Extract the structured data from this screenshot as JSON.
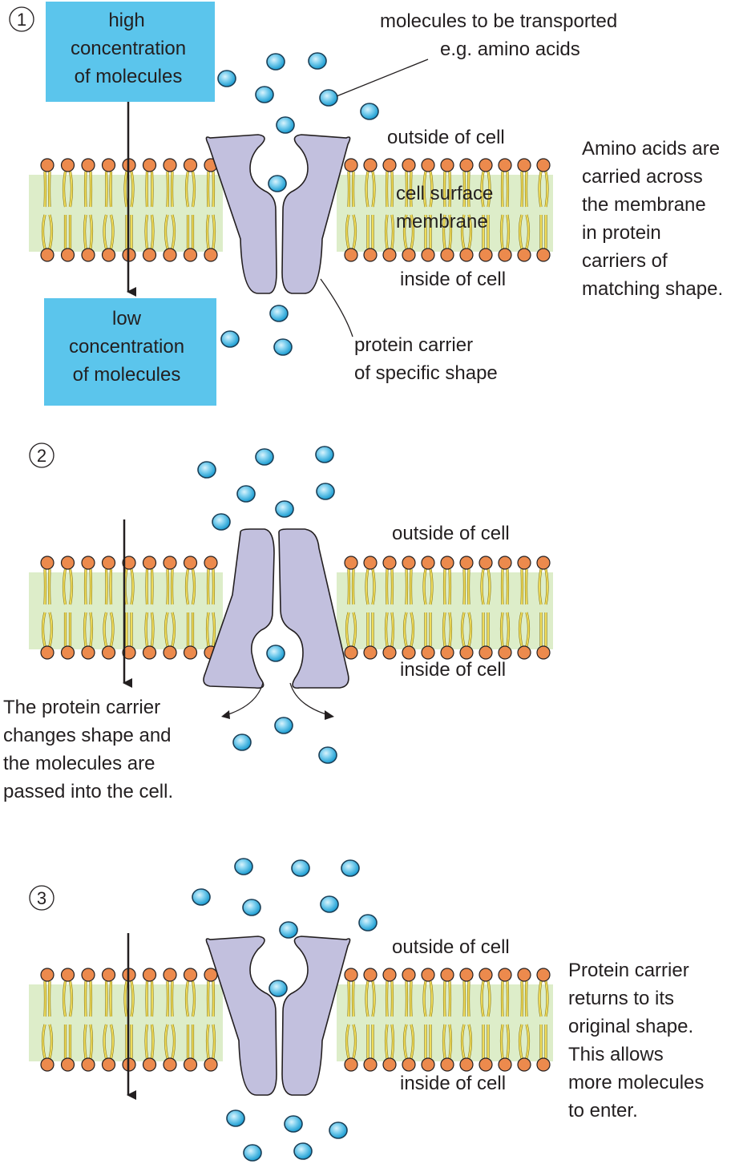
{
  "panel1": {
    "number": "1",
    "high_box": [
      "high",
      "concentration",
      "of molecules"
    ],
    "low_box": [
      "low",
      "concentration",
      "of molecules"
    ],
    "molecules_label": [
      "molecules to be transported",
      "e.g. amino acids"
    ],
    "outside": "outside of cell",
    "membrane": [
      "cell surface",
      "membrane"
    ],
    "inside": "inside of cell",
    "carrier_label": [
      "protein carrier",
      "of specific shape"
    ],
    "description": [
      "Amino acids are",
      "carried across",
      "the membrane",
      "in protein",
      "carriers of",
      "matching shape."
    ]
  },
  "panel2": {
    "number": "2",
    "outside": "outside of cell",
    "inside": "inside of cell",
    "description": [
      "The protein carrier",
      "changes shape and",
      "the molecules are",
      "passed into the cell."
    ]
  },
  "panel3": {
    "number": "3",
    "outside": "outside of cell",
    "inside": "inside of cell",
    "description": [
      "Protein carrier",
      "returns to its",
      "original shape.",
      "This allows",
      "more molecules",
      "to enter."
    ]
  },
  "colors": {
    "box": "#5bc5ec",
    "membrane_band": "#ddedc9",
    "phospholipid_head": "#ec8a4d",
    "fatty_acid_tail": "#f0dc5a",
    "protein": "#c2c0de",
    "molecule": "#4fb8e4"
  }
}
